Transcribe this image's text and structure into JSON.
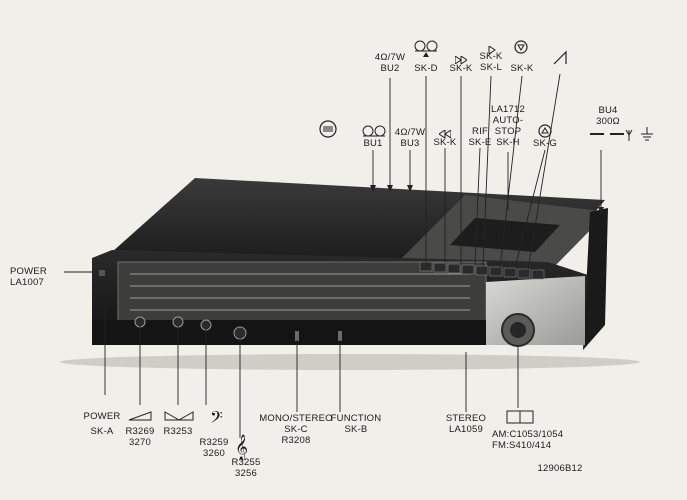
{
  "labels": {
    "power_led": [
      "POWER",
      "LA1007"
    ],
    "bu1": "BU1",
    "bu3": [
      "4Ω/7W",
      "BU3"
    ],
    "bu2": [
      "4Ω/7W",
      "BU2"
    ],
    "skd": "SK-D",
    "skk_rew": "SK-K",
    "skk_ff": "SK-K",
    "skk_play": [
      "SK-K",
      "SK-L"
    ],
    "skk_stop": "SK-K",
    "rif": [
      "RIF",
      "SK-E"
    ],
    "autostop": [
      "LA1712",
      "AUTO-",
      "STOP",
      "SK-H"
    ],
    "skg": "SK-G",
    "bu4": [
      "BU4",
      "300Ω"
    ],
    "power_sw": [
      "POWER",
      "SK-A"
    ],
    "volume": [
      "R3269",
      "3270"
    ],
    "balance": "R3253",
    "bass": [
      "R3259",
      "3260"
    ],
    "treble": [
      "R3255",
      "3256"
    ],
    "mono_stereo": [
      "MONO/STEREO",
      "SK-C",
      "R3208"
    ],
    "function": [
      "FUNCTION",
      "SK-B"
    ],
    "stereo": [
      "STEREO",
      "LA1059"
    ],
    "tuning": [
      "AM:C1053/1054",
      "FM:S410/414"
    ],
    "figure_no": "12906B12"
  },
  "icons": [
    "dolby-icon",
    "tape-reels-icon",
    "rewind-icon",
    "fast-forward-icon",
    "play-icon",
    "stop-icon",
    "eject-icon",
    "antenna-icon",
    "ground-icon",
    "volume-wedge-icon",
    "balance-icon",
    "bass-clef-icon",
    "treble-clef-icon",
    "tuning-knob-icon"
  ]
}
